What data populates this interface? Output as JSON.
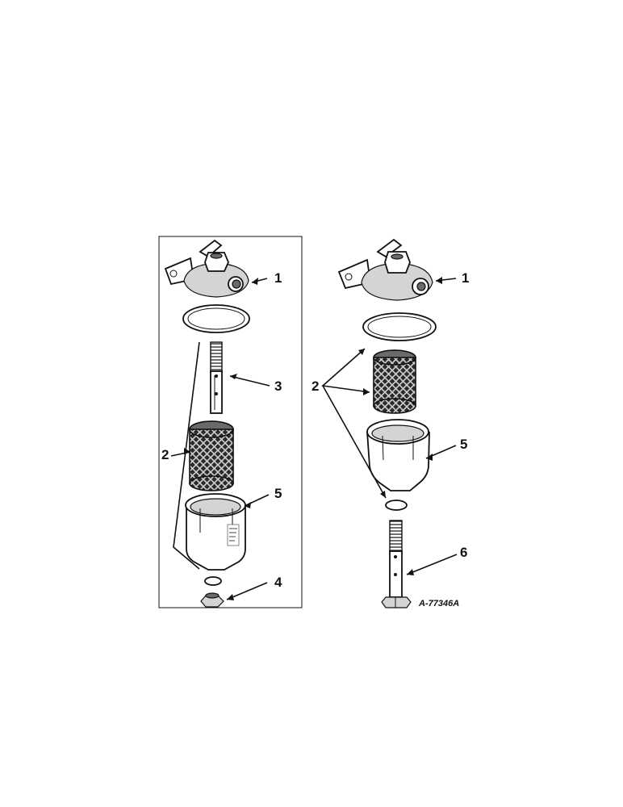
{
  "figure_id": "A-77346A",
  "callouts": {
    "left": [
      "1",
      "3",
      "2",
      "5",
      "4"
    ],
    "right": [
      "1",
      "2",
      "5",
      "6"
    ]
  }
}
